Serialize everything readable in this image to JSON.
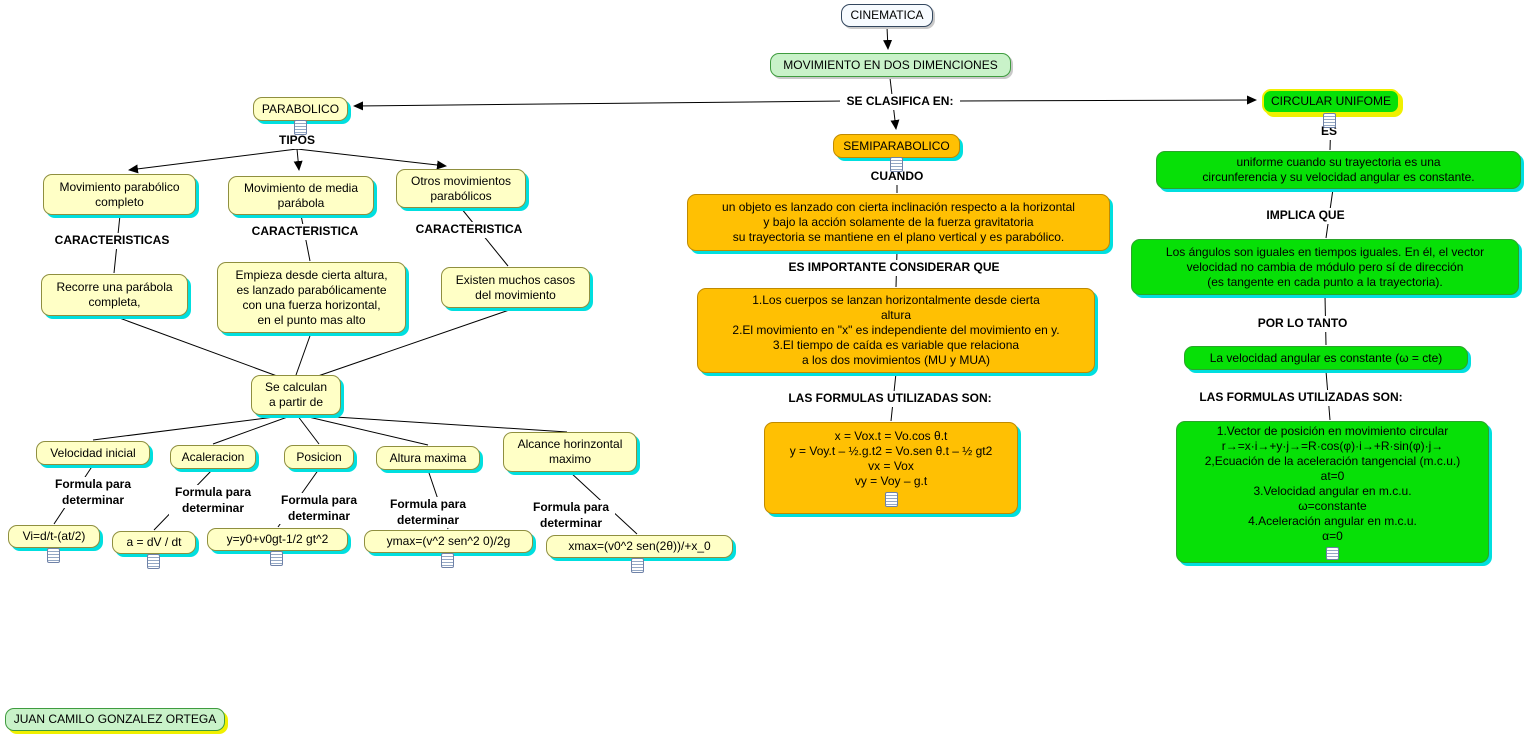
{
  "root": {
    "label": "CINEMATICA"
  },
  "dimensions_node": {
    "label": "MOVIMIENTO EN DOS DIMENCIONES"
  },
  "classify_label": "SE CLASIFICA EN:",
  "author": {
    "label": "JUAN CAMILO GONZALEZ ORTEGA"
  },
  "icons": {
    "resource": "document-attachment"
  },
  "colors": {
    "yellow_node": "#ffffc6",
    "orange_node": "#ffc003",
    "green_node": "#07e007",
    "lightgreen_node": "#c9f2c9",
    "shadow_cyan": "#00dfdf",
    "shadow_yellow": "#f0f000"
  },
  "parabolico": {
    "label": "PARABOLICO",
    "tipos": "TIPOS",
    "caracteristicas_labels": [
      "CARACTERISTICAS",
      "CARACTERISTICA",
      "CARACTERISTICA"
    ],
    "tipos_nodes": [
      "Movimiento parabólico\ncompleto",
      "Movimiento de media\nparábola",
      "Otros movimientos\nparabólicos"
    ],
    "caracteristica_nodes": [
      "Recorre una parábola\ncompleta,",
      "Empieza desde cierta altura,\nes lanzado parabólicamente\ncon una fuerza horizontal,\nen el punto mas alto",
      "Existen muchos casos\ndel movimiento"
    ],
    "se_calculan": "Se calculan\na partir de",
    "quantities": [
      "Velocidad inicial",
      "Acaleracion",
      "Posicion",
      "Altura maxima",
      "Alcance horinzontal\nmaximo"
    ],
    "formula_label": "Formula para\ndeterminar",
    "formulas": [
      "Vi=d/t-(at/2)",
      "a = dV / dt",
      "y=y0+v0gt-1/2 gt^2",
      "ymax=(v^2 sen^2 0)/2g",
      "xmax=(v0^2 sen(2θ))/+x_0"
    ]
  },
  "semiparabolico": {
    "label": "SEMIPARABOLICO",
    "cuando_label": "CUANDO",
    "cuando_text": "un objeto es lanzado con cierta inclinación respecto a la horizontal\ny bajo la acción solamente de la fuerza gravitatoria\nsu trayectoria se mantiene en el plano vertical y es parabólico.",
    "considerar_label": "ES IMPORTANTE CONSIDERAR QUE",
    "considerar_text": "1.Los cuerpos se lanzan horizontalmente desde cierta\naltura\n2.El movimiento en \"x\" es independiente del movimiento en y.\n3.El tiempo de caída es variable que relaciona\na los dos movimientos (MU y MUA)",
    "formulas_label": "LAS FORMULAS UTILIZADAS SON:",
    "formulas_text": "x = Vox.t = Vo.cos θ.t\ny = Voy.t – ½.g.t2 = Vo.sen θ.t – ½ gt2\nvx = Vox\nvy = Voy – g.t"
  },
  "circular": {
    "label": "CIRCULAR UNIFOME",
    "es_label": "ES",
    "es_text": "uniforme  cuando su trayectoria es una\ncircunferencia y su velocidad angular es constante.",
    "implica_label": "IMPLICA QUE",
    "implica_text": "Los  ángulos son  iguales en tiempos iguales. En él, el vector\nvelocidad no cambia de módulo pero sí de dirección\n(es tangente en cada punto a la trayectoria).",
    "por_lo_tanto_label": "POR LO TANTO",
    "por_lo_tanto_text": "La velocidad angular es constante (ω = cte)",
    "formulas_label": "LAS FORMULAS UTILIZADAS SON:",
    "formulas_text": "1.Vector de posición en movimiento circular\nr→=x·i→+y·j→=R·cos(φ)·i→+R·sin(φ)·j→\n2,Ecuación de la aceleración tangencial (m.c.u.)\nat=0\n3.Velocidad angular en m.c.u.\nω=constante\n4.Aceleración angular en m.c.u.\nα=0"
  }
}
